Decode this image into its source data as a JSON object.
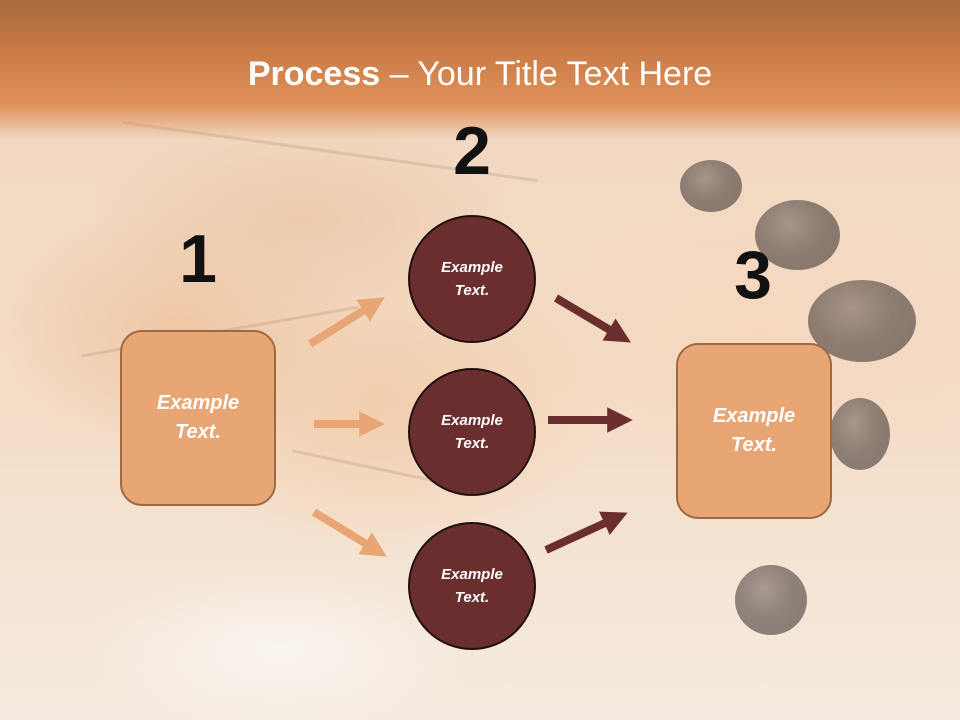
{
  "slide": {
    "title_bold": "Process",
    "title_rest": " – Your Title Text Here"
  },
  "steps": {
    "step1": "1",
    "step2": "2",
    "step3": "3"
  },
  "boxes": {
    "left": "Example\nText.",
    "right": "Example\nText."
  },
  "circles": [
    {
      "label": "Example\nText."
    },
    {
      "label": "Example\nText."
    },
    {
      "label": "Example\nText."
    }
  ],
  "colors": {
    "header": "#c97a45",
    "box_fill": "#e8a674",
    "circle_fill": "#6b2e2e",
    "light_arrow": "#e8a674",
    "dark_arrow": "#6b2e2e"
  }
}
